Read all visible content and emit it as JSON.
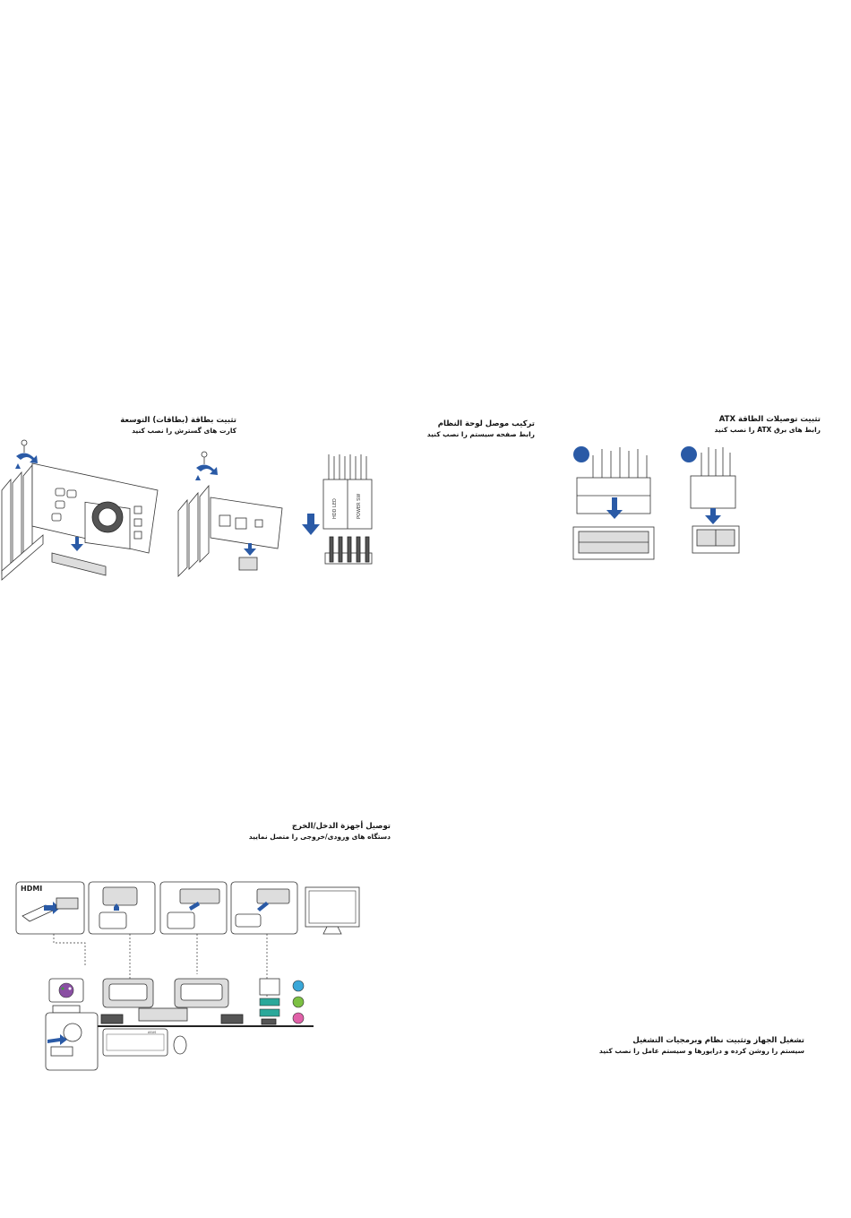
{
  "sections": {
    "expansion_card": {
      "title": "تثبيت بطاقة (بطاقات) التوسعة",
      "subtitle": "کارت های گسترش را نصب کنید"
    },
    "system_panel": {
      "title": "تركيب موصل لوحة النظام",
      "subtitle": "رابط صفحه سیستم را نصب کنید"
    },
    "atx_power": {
      "title": "تثبيت توصيلات الطاقة ATX",
      "subtitle": "رابط های برق ATX را نصب کنید"
    },
    "io_devices": {
      "title": "توصيل أجهزة الدخل/الخرج",
      "subtitle": "دستگاه های ورودی/خروجی را متصل نمایید"
    },
    "power_on": {
      "title": "تشغيل الجهاز وتثبيت نظام وبرمجيات التشغيل",
      "subtitle": "سیستم را روشن کرده و درایورها و سیستم عامل را نصب کنید"
    }
  },
  "labels": {
    "hdmi_logo": "HDMI",
    "panel_header_left": "HDD LED",
    "panel_header_right": "POWER SW",
    "keyboard_brand": "ASUS"
  },
  "colors": {
    "arrow_blue": "#2a5aa6",
    "step_circle": "#2a5aa6",
    "ps2_purple": "#8a4fa3",
    "ps2_green": "#3f9b3f",
    "usb3_teal": "#2aa89a",
    "audio_blue": "#3aa7d8",
    "audio_green": "#7cc043",
    "audio_pink": "#e060a8"
  }
}
